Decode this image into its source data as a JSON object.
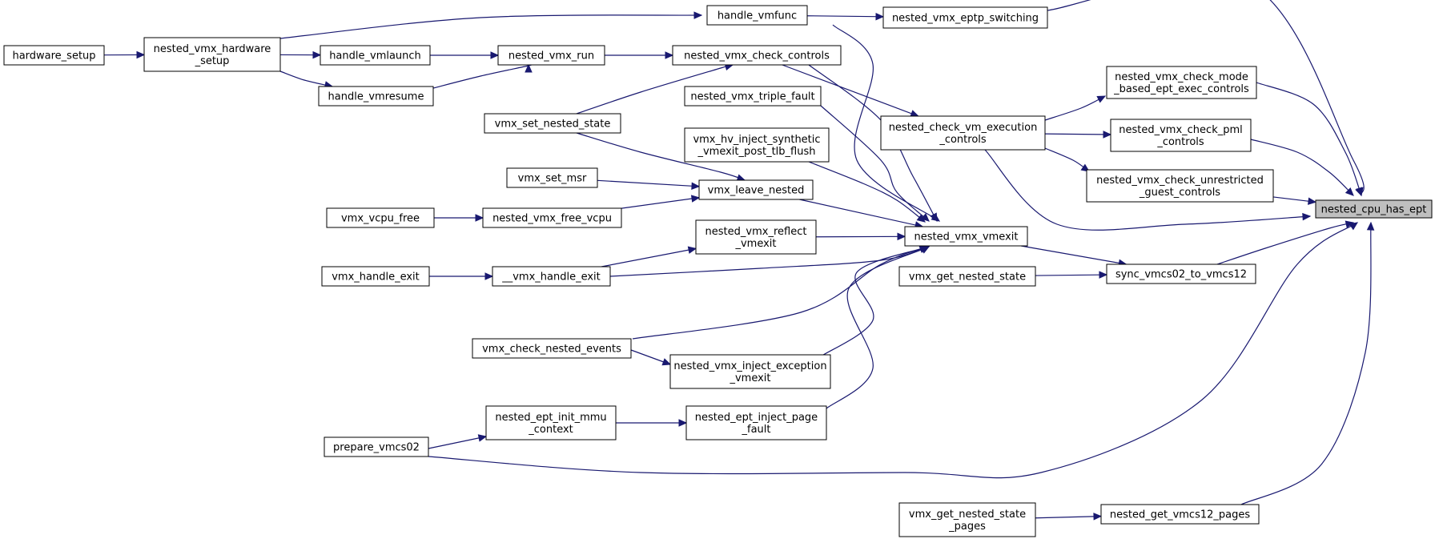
{
  "diagram": {
    "kind": "call-graph",
    "colors": {
      "edge": "#191970",
      "root_fill": "#bfbfbf",
      "node_fill": "#ffffff",
      "border": "#000000"
    },
    "nodes": [
      {
        "id": "n0",
        "lines": [
          "nested_cpu_has_ept"
        ],
        "root": true
      },
      {
        "id": "n1",
        "lines": [
          "nested_vmx_eptp_switching"
        ]
      },
      {
        "id": "n2",
        "lines": [
          "handle_vmfunc"
        ]
      },
      {
        "id": "n3",
        "lines": [
          "nested_vmx_hardware",
          "_setup"
        ]
      },
      {
        "id": "n4",
        "lines": [
          "hardware_setup"
        ]
      },
      {
        "id": "n5",
        "lines": [
          "nested_check_vm_execution",
          "_controls"
        ]
      },
      {
        "id": "n6",
        "lines": [
          "nested_vmx_check_controls"
        ]
      },
      {
        "id": "n7",
        "lines": [
          "nested_vmx_run"
        ]
      },
      {
        "id": "n8",
        "lines": [
          "handle_vmlaunch"
        ]
      },
      {
        "id": "n9",
        "lines": [
          "handle_vmresume"
        ]
      },
      {
        "id": "n10",
        "lines": [
          "vmx_set_nested_state"
        ]
      },
      {
        "id": "n11",
        "lines": [
          "nested_vmx_check_mode",
          "_based_ept_exec_controls"
        ]
      },
      {
        "id": "n12",
        "lines": [
          "nested_vmx_check_pml",
          "_controls"
        ]
      },
      {
        "id": "n13",
        "lines": [
          "nested_vmx_check_unrestricted",
          "_guest_controls"
        ]
      },
      {
        "id": "n14",
        "lines": [
          "sync_vmcs02_to_vmcs12"
        ]
      },
      {
        "id": "n15",
        "lines": [
          "nested_vmx_vmexit"
        ]
      },
      {
        "id": "n16",
        "lines": [
          "__vmx_handle_exit"
        ]
      },
      {
        "id": "n17",
        "lines": [
          "vmx_handle_exit"
        ]
      },
      {
        "id": "n18",
        "lines": [
          "nested_ept_inject_page",
          "_fault"
        ]
      },
      {
        "id": "n19",
        "lines": [
          "nested_ept_init_mmu",
          "_context"
        ]
      },
      {
        "id": "n20",
        "lines": [
          "prepare_vmcs02"
        ]
      },
      {
        "id": "n21",
        "lines": [
          "nested_vmx_inject_exception",
          "_vmexit"
        ]
      },
      {
        "id": "n22",
        "lines": [
          "vmx_check_nested_events"
        ]
      },
      {
        "id": "n23",
        "lines": [
          "nested_vmx_reflect",
          "_vmexit"
        ]
      },
      {
        "id": "n24",
        "lines": [
          "nested_vmx_triple_fault"
        ]
      },
      {
        "id": "n25",
        "lines": [
          "vmx_hv_inject_synthetic",
          "_vmexit_post_tlb_flush"
        ]
      },
      {
        "id": "n26",
        "lines": [
          "vmx_leave_nested"
        ]
      },
      {
        "id": "n27",
        "lines": [
          "nested_vmx_free_vcpu"
        ]
      },
      {
        "id": "n28",
        "lines": [
          "vmx_vcpu_free"
        ]
      },
      {
        "id": "n29",
        "lines": [
          "vmx_set_msr"
        ]
      },
      {
        "id": "n30",
        "lines": [
          "vmx_get_nested_state"
        ]
      },
      {
        "id": "n31",
        "lines": [
          "nested_get_vmcs12_pages"
        ]
      },
      {
        "id": "n32",
        "lines": [
          "vmx_get_nested_state",
          "_pages"
        ]
      }
    ],
    "edges": [
      {
        "from": "n1",
        "to": "n0"
      },
      {
        "from": "n2",
        "to": "n1"
      },
      {
        "from": "n3",
        "to": "n2"
      },
      {
        "from": "n4",
        "to": "n3"
      },
      {
        "from": "n5",
        "to": "n0"
      },
      {
        "from": "n6",
        "to": "n5"
      },
      {
        "from": "n7",
        "to": "n6"
      },
      {
        "from": "n8",
        "to": "n7"
      },
      {
        "from": "n3",
        "to": "n8"
      },
      {
        "from": "n9",
        "to": "n7"
      },
      {
        "from": "n3",
        "to": "n9"
      },
      {
        "from": "n10",
        "to": "n6"
      },
      {
        "from": "n11",
        "to": "n0"
      },
      {
        "from": "n5",
        "to": "n11"
      },
      {
        "from": "n12",
        "to": "n0"
      },
      {
        "from": "n5",
        "to": "n12"
      },
      {
        "from": "n13",
        "to": "n0"
      },
      {
        "from": "n5",
        "to": "n13"
      },
      {
        "from": "n14",
        "to": "n0"
      },
      {
        "from": "n15",
        "to": "n14"
      },
      {
        "from": "n2",
        "to": "n15"
      },
      {
        "from": "n6",
        "to": "n15"
      },
      {
        "from": "n16",
        "to": "n15"
      },
      {
        "from": "n17",
        "to": "n16"
      },
      {
        "from": "n18",
        "to": "n15"
      },
      {
        "from": "n19",
        "to": "n18"
      },
      {
        "from": "n20",
        "to": "n19"
      },
      {
        "from": "n21",
        "to": "n15"
      },
      {
        "from": "n22",
        "to": "n21"
      },
      {
        "from": "n22",
        "to": "n15"
      },
      {
        "from": "n23",
        "to": "n15"
      },
      {
        "from": "n16",
        "to": "n23"
      },
      {
        "from": "n24",
        "to": "n15"
      },
      {
        "from": "n25",
        "to": "n15"
      },
      {
        "from": "n26",
        "to": "n15"
      },
      {
        "from": "n27",
        "to": "n26"
      },
      {
        "from": "n28",
        "to": "n27"
      },
      {
        "from": "n29",
        "to": "n26"
      },
      {
        "from": "n10",
        "to": "n26"
      },
      {
        "from": "n30",
        "to": "n14"
      },
      {
        "from": "n20",
        "to": "n0"
      },
      {
        "from": "n31",
        "to": "n0"
      },
      {
        "from": "n32",
        "to": "n31"
      }
    ]
  }
}
